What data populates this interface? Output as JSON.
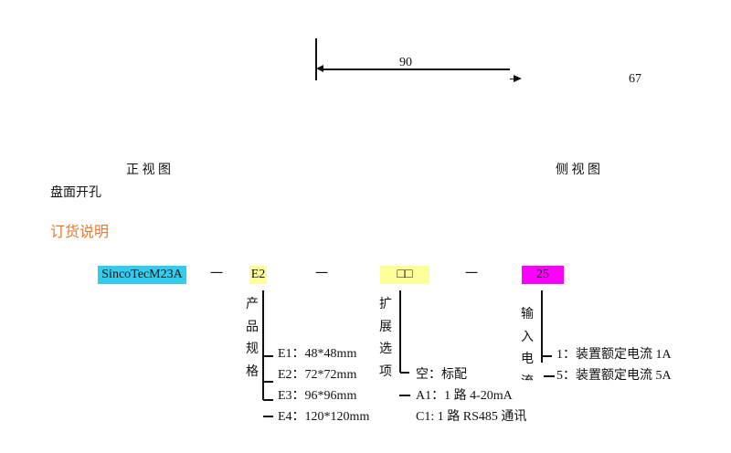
{
  "drawing": {
    "width_dim": "90",
    "side_dim": "67",
    "front_view": "正 视 图",
    "side_view": "侧 视 图",
    "panel_cutout": "盘面开孔"
  },
  "ordering": {
    "heading": "订货说明",
    "heading_color": "#e8792a",
    "dash": "一",
    "model": {
      "label": "SincoTecM23A",
      "color": "#33ccee"
    },
    "size": {
      "label": "E2",
      "color": "#ffff99",
      "caption": "产品规格",
      "options": [
        "E1：48*48mm",
        "E2：72*72mm",
        "E3：96*96mm",
        "E4：120*120mm"
      ]
    },
    "expansion": {
      "label": "□□",
      "color": "#ffff99",
      "caption": "扩展选项",
      "options": [
        "空：标配",
        "A1：1 路 4-20mA",
        "C1: 1 路 RS485 通讯"
      ]
    },
    "current": {
      "label": "25",
      "color": "#ff00ff",
      "caption": "输入电流",
      "options": [
        "1：装置额定电流 1A",
        "5：装置额定电流 5A"
      ]
    }
  }
}
